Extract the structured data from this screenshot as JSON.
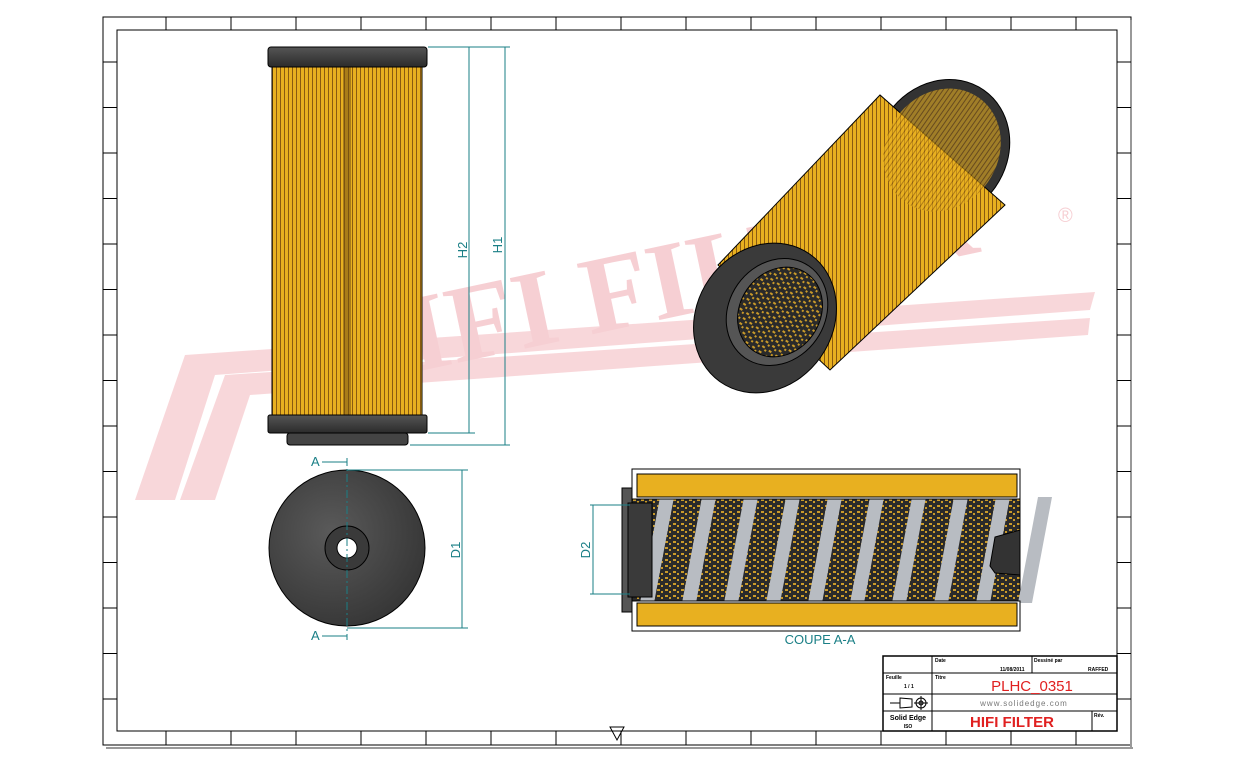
{
  "drawing": {
    "dimensions": {
      "h1": "H1",
      "h2": "H2",
      "d1": "D1",
      "d2": "D2"
    },
    "section_marks": {
      "top": "A",
      "bottom": "A"
    },
    "section_caption": "COUPE A-A",
    "watermark": {
      "text": "HIFI FILTER",
      "registered": "®"
    }
  },
  "title_block": {
    "date_label": "Date",
    "date": "11/08/2011",
    "drawn_by_label": "Dessiné par",
    "drawn_by": "RAFFED",
    "sheet_label": "Feuille",
    "sheet": "1 / 1",
    "title_label": "Titre",
    "title": "PLHC_0351",
    "website": "www.solidedge.com",
    "software": "Solid Edge",
    "software_sub": "ISO",
    "company": "HIFI FILTER",
    "rev_label": "Rév."
  },
  "colors": {
    "dimension": "#1a7f86",
    "media": "#e8b020",
    "cap": "#3a3a3a",
    "title_red": "#e02020",
    "watermark": "#f4c4c8"
  }
}
